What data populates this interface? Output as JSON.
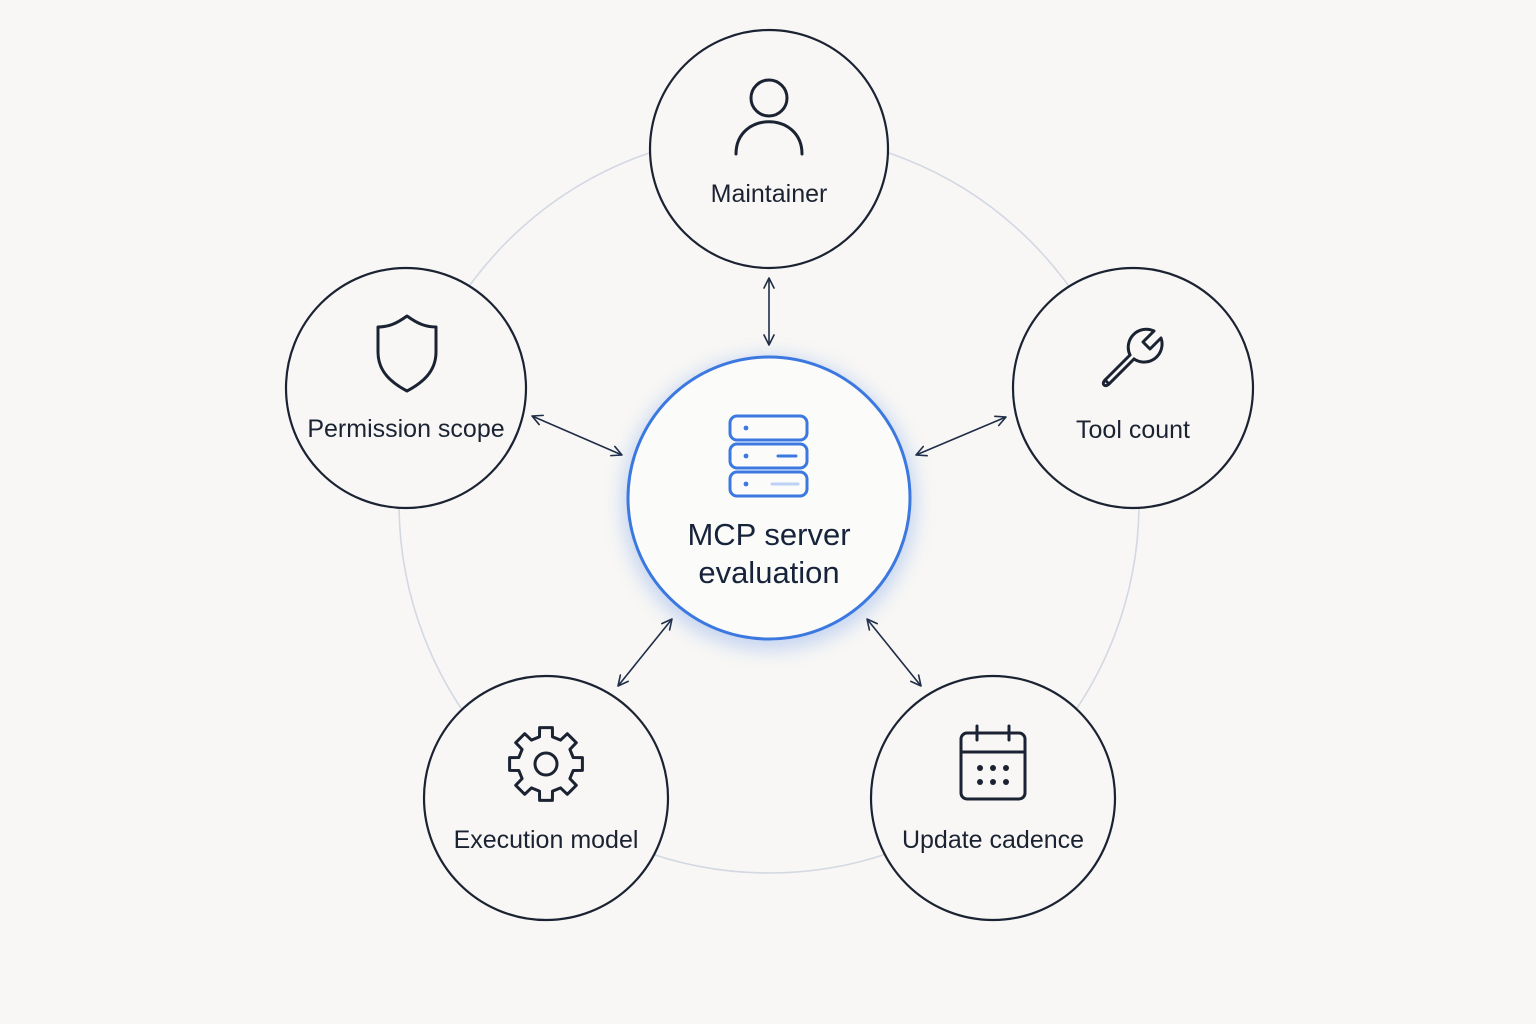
{
  "center": {
    "line1": "MCP server",
    "line2": "evaluation",
    "icon": "server-stack-icon"
  },
  "nodes": [
    {
      "label": "Maintainer",
      "icon": "user-icon"
    },
    {
      "label": "Tool count",
      "icon": "wrench-icon"
    },
    {
      "label": "Update cadence",
      "icon": "calendar-icon"
    },
    {
      "label": "Execution model",
      "icon": "gear-icon"
    },
    {
      "label": "Permission scope",
      "icon": "shield-icon"
    }
  ],
  "colors": {
    "background": "#f8f7f5",
    "node_stroke": "#1b2333",
    "accent": "#3b78e0",
    "ring": "#d3d8e2",
    "arrow": "#1f2d47"
  }
}
